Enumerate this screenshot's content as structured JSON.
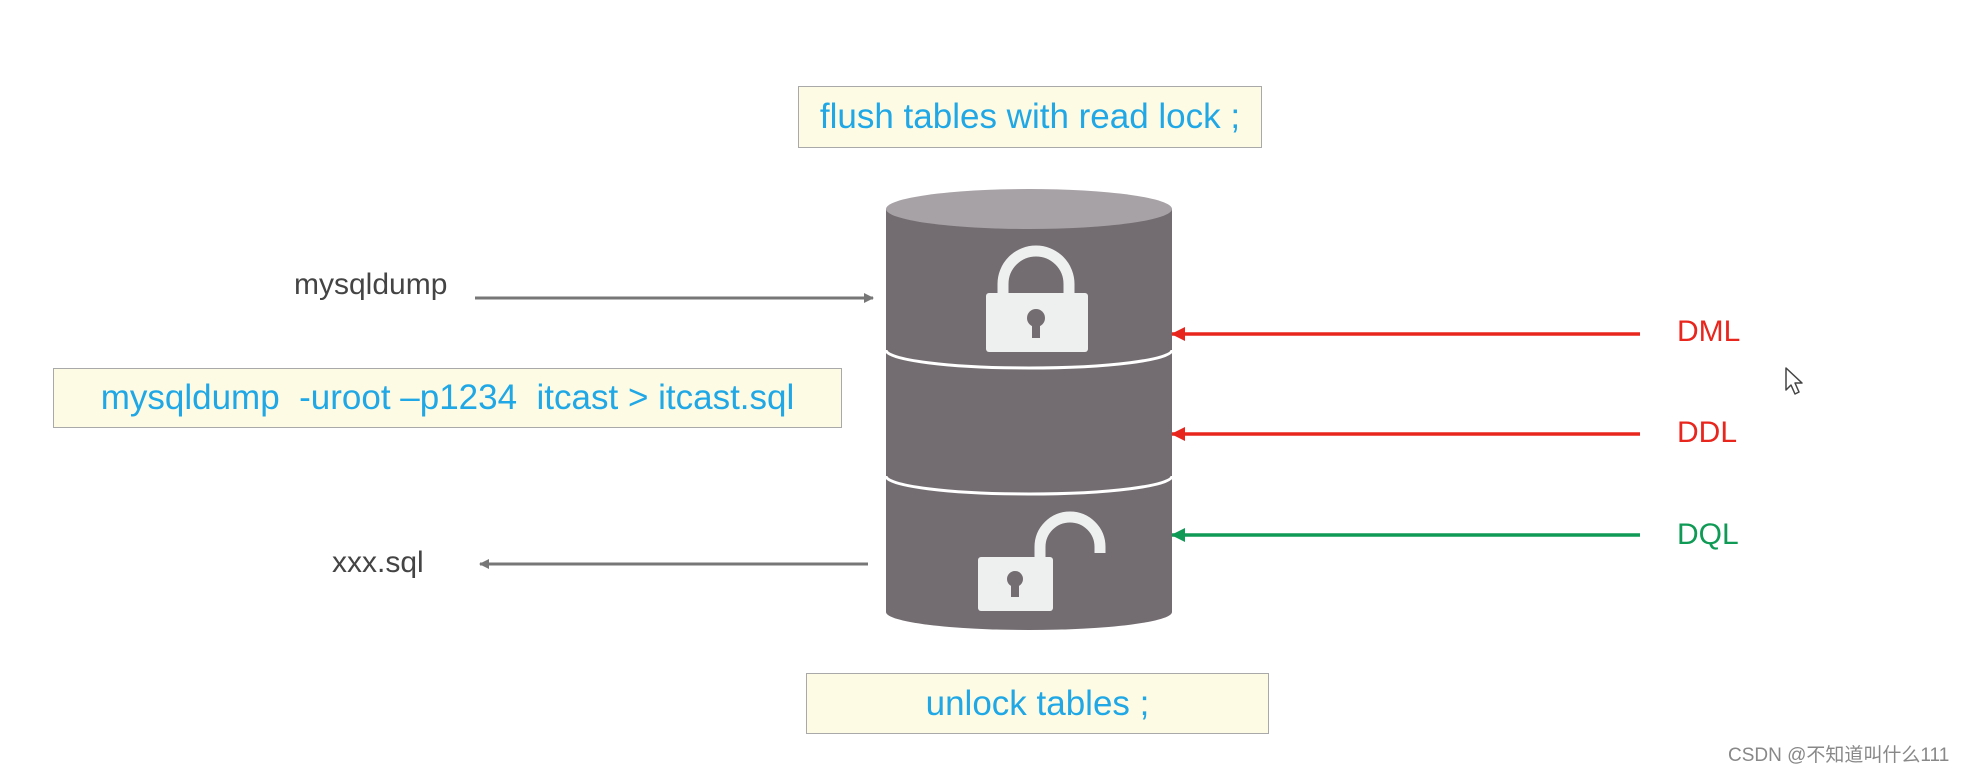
{
  "diagram": {
    "top_command": "flush tables with read lock ;",
    "dump_command": "mysqldump  -uroot –p1234  itcast > itcast.sql",
    "bottom_command": "unlock tables ;",
    "left_labels": {
      "dump_tool": "mysqldump",
      "output_file": "xxx.sql"
    },
    "right_labels": {
      "dml": "DML",
      "ddl": "DDL",
      "dql": "DQL"
    },
    "icons": [
      "locked-padlock-icon",
      "unlocked-padlock-icon",
      "database-cylinder-icon",
      "mouse-cursor-icon"
    ],
    "colors": {
      "command_text": "#1fa7e6",
      "command_box_bg": "#fdfbe3",
      "cylinder": "#736d71",
      "blocked_arrow": "#e8261d",
      "allowed_arrow": "#0f9a55",
      "neutral_arrow": "#777777"
    }
  },
  "watermark": "CSDN @不知道叫什么111"
}
